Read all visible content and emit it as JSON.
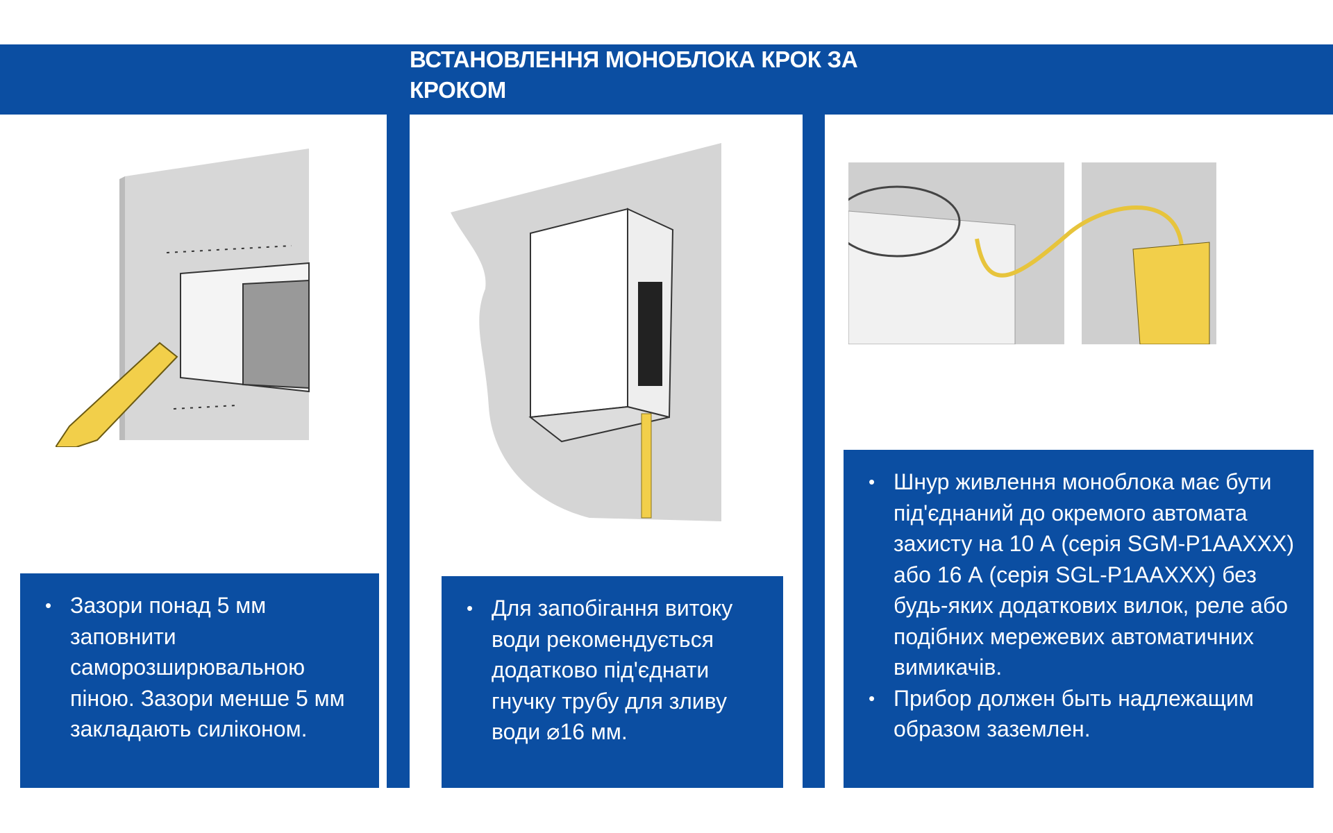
{
  "header": {
    "title": "ВСТАНОВЛЕННЯ МОНОБЛОКА КРОК ЗА КРОКОМ"
  },
  "steps": [
    {
      "bullets": [
        "Зазори понад 5 мм заповнити саморозширювальною піною. Зазори менше 5 мм закладають силіконом."
      ]
    },
    {
      "bullets": [
        "Для запобігання витоку води рекомендується додатково під'єднати гнучку трубу для зливу води ⌀16 мм."
      ]
    },
    {
      "bullets": [
        "Шнур живлення моноблока має бути під'єднаний до окремого автомата захисту на 10 А (серія SGM-P1AAXXX) або 16 А (серія SGL-P1AAXXX) без будь-яких додаткових вилок, реле або подібних мережевих автоматичних вимикачів.",
        "Прибор должен быть надлежащим образом заземлен."
      ]
    }
  ],
  "colors": {
    "brand_blue": "#0b4ea2",
    "accent_yellow": "#f2cf4a"
  }
}
